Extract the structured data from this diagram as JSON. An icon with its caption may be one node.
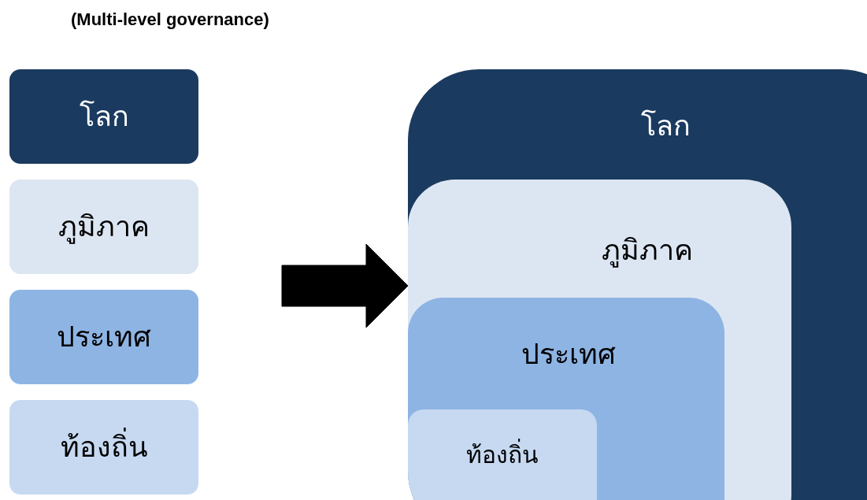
{
  "diagram": {
    "title": "(Multi-level governance)",
    "nodes": [
      {
        "text": [
          "โลก"
        ]
      },
      {
        "text": [
          "ภูมิภาค"
        ]
      },
      {
        "text": [
          "ประเทศ"
        ]
      },
      {
        "text": [
          "ท้องถิ่น"
        ]
      },
      {
        "text": [
          "โลก"
        ]
      },
      {
        "text": [
          "ภูมิภาค"
        ],
        "in": 4
      },
      {
        "text": [
          "ประเทศ"
        ],
        "in": 5
      },
      {
        "text": [
          "ท้องถิ่น"
        ],
        "in": 6
      }
    ],
    "edges": [
      {
        "from": null,
        "to": 4,
        "arrow": "to",
        "style": "thick"
      }
    ]
  }
}
